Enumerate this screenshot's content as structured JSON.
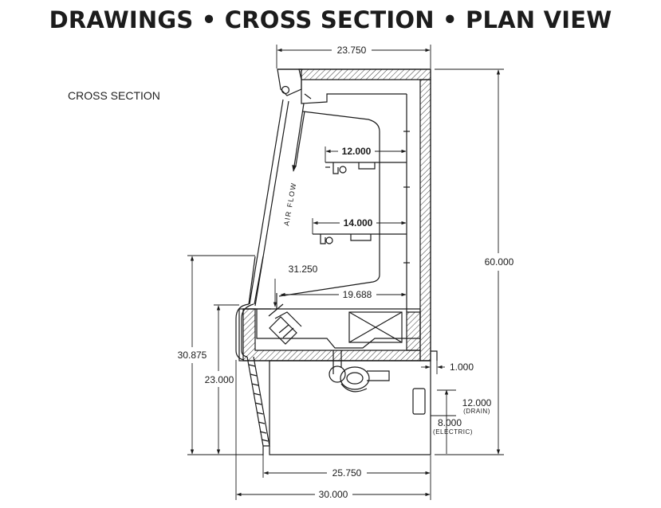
{
  "header": {
    "title": "DRAWINGS • CROSS SECTION • PLAN VIEW"
  },
  "section": {
    "label": "CROSS SECTION"
  },
  "dimensions": {
    "top_width": "23.750",
    "overall_height": "60.000",
    "shelf_upper_depth": "12.000",
    "shelf_lower_depth": "14.000",
    "deck_height": "31.250",
    "interior_depth": "19.688",
    "front_height": "30.875",
    "base_height": "23.000",
    "rear_offset": "1.000",
    "drain_height": "12.000",
    "drain_label": "(DRAIN)",
    "electric_height": "8.000",
    "electric_label": "(ELECTRIC)",
    "base_depth": "25.750",
    "overall_depth": "30.000"
  },
  "annotations": {
    "air_flow": "AIR FLOW"
  }
}
